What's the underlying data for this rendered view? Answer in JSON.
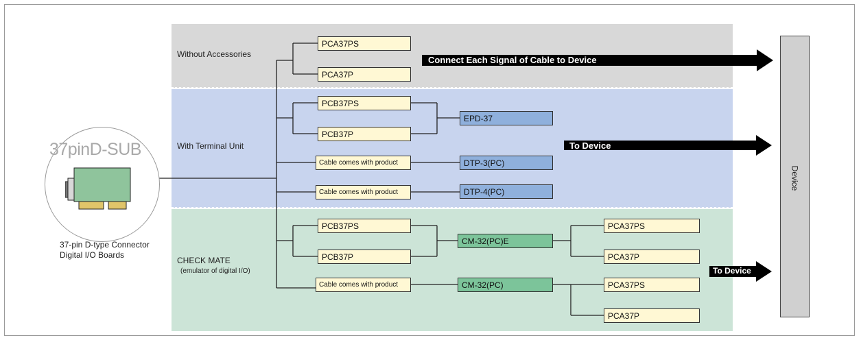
{
  "groups": {
    "without_accessories": "Without Accessories",
    "with_terminal_unit": "With Terminal Unit",
    "check_mate": "CHECK MATE",
    "check_mate_sub": "(emulator of digital I/O)"
  },
  "board": {
    "title": "37pinD-SUB",
    "caption_line1": "37-pin D-type Connector",
    "caption_line2": "Digital I/O Boards"
  },
  "cables": {
    "pca37ps": "PCA37PS",
    "pca37p": "PCA37P",
    "pcb37ps": "PCB37PS",
    "pcb37p": "PCB37P",
    "comes_with_product": "Cable comes with product"
  },
  "units": {
    "epd37": "EPD-37",
    "dtp3": "DTP-3(PC)",
    "dtp4": "DTP-4(PC)",
    "cm32e": "CM-32(PC)E",
    "cm32": "CM-32(PC)"
  },
  "arrows": {
    "connect_each": "Connect Each Signal of Cable to Device",
    "to_device": "To Device"
  },
  "device": "Device",
  "colors": {
    "accessories_band": "#d8d8d8",
    "terminal_band": "#c8d4ee",
    "checkmate_band": "#cce4d7",
    "cable_box": "#fff8d4",
    "terminal_box": "#8fb0dc",
    "checkmate_box": "#7cc49a"
  }
}
